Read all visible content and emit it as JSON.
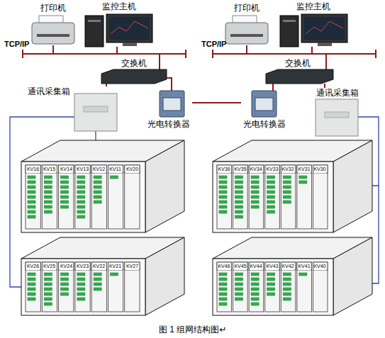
{
  "diagram": {
    "caption": "图 1 组网结构图↵",
    "nodes": [
      {
        "text": [
          "打印机"
        ]
      },
      {
        "text": [
          "监控主机"
        ]
      },
      {
        "text": [
          "交换机"
        ]
      },
      {
        "text": [
          "通讯采集箱"
        ]
      },
      {
        "text": [
          "光电转换器"
        ]
      },
      {
        "text": [
          "打印机"
        ]
      },
      {
        "text": [
          "监控主机"
        ]
      },
      {
        "text": [
          "交换机"
        ]
      },
      {
        "text": [
          "通讯采集箱"
        ]
      },
      {
        "text": [
          "光电转换器"
        ]
      }
    ],
    "edges": [
      {
        "from": 2,
        "to": 3,
        "arrow": "none"
      },
      {
        "from": 2,
        "to": 4,
        "arrow": "none"
      },
      {
        "from": 4,
        "to": 9,
        "arrow": "none"
      },
      {
        "from": 9,
        "to": 7,
        "arrow": "none"
      },
      {
        "from": 7,
        "to": 8,
        "arrow": "none"
      }
    ],
    "labels": [
      "TCP/IP",
      "TCP/IP",
      "KV16",
      "KV15",
      "KV14",
      "KV13",
      "KV12",
      "KV11",
      "KV20",
      "KV36",
      "KV35",
      "KV34",
      "KV33",
      "KV32",
      "KV31",
      "KV30",
      "KV26",
      "KV25",
      "KV24",
      "KV23",
      "KV22",
      "KV21",
      "KV27",
      "KV46",
      "KV45",
      "KV44",
      "KV43",
      "KV42",
      "KV41",
      "KV40"
    ]
  }
}
